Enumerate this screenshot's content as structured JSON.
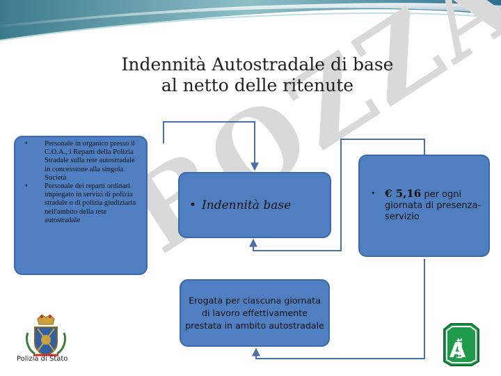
{
  "title": {
    "line1": "Indennità Autostradale di base",
    "line2": "al netto delle ritenute"
  },
  "watermark": "BOZZA",
  "left_box": {
    "items": [
      "Personale in organico presso il C.O.A., i Reparti della Polizia Stradale sulla rete autostradale in concessione alla singola Società",
      "Personale dei reparti ordinari impiegato in servizi di polizia stradale o di polizia giudiziaria nell'ambito della rete autostradale"
    ]
  },
  "center_box": {
    "label": "Indennità base"
  },
  "right_box": {
    "amount": "€ 5,16",
    "text": " per ogni giornata di presenza-servizio"
  },
  "bottom_box": {
    "text": "Erogata per ciascuna giornata di lavoro effettivamente prestata in ambito autostradale"
  },
  "logo_left": {
    "caption": "Polizia di Stato"
  },
  "logo_right": {
    "text": "iscat",
    "letter": "A"
  },
  "colors": {
    "box_fill": "#4f7fc1",
    "box_border": "#3b68a8",
    "connector": "#4a6fa8",
    "banner": "#2e6e8e"
  }
}
